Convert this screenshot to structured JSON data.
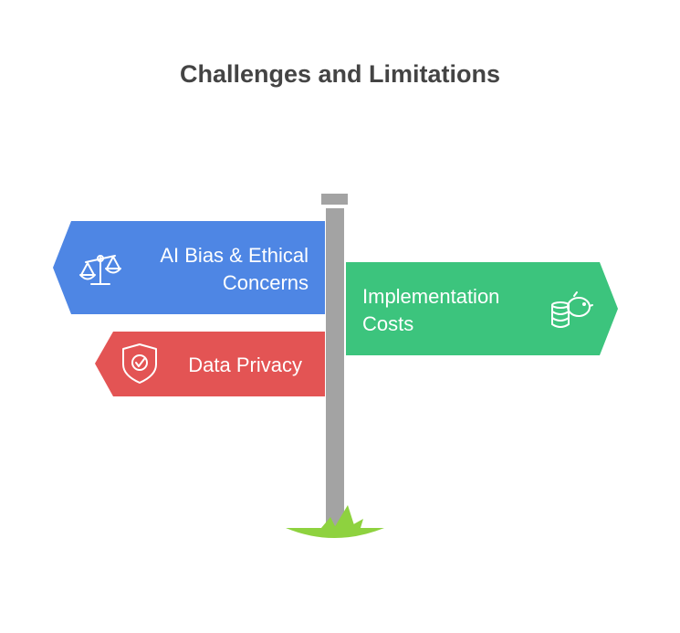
{
  "title": "Challenges and Limitations",
  "signs": {
    "bias": {
      "line1": "AI Bias & Ethical",
      "line2": "Concerns",
      "icon": "scales-icon",
      "color": "#4e86e4"
    },
    "costs": {
      "line1": "Implementation",
      "line2": "Costs",
      "icon": "piggy-bank-icon",
      "color": "#3cc47d"
    },
    "privacy": {
      "line1": "Data Privacy",
      "icon": "shield-check-icon",
      "color": "#e35454"
    }
  },
  "colors": {
    "pole": "#a3a3a3",
    "grass": "#8ed23f",
    "title": "#444444"
  }
}
